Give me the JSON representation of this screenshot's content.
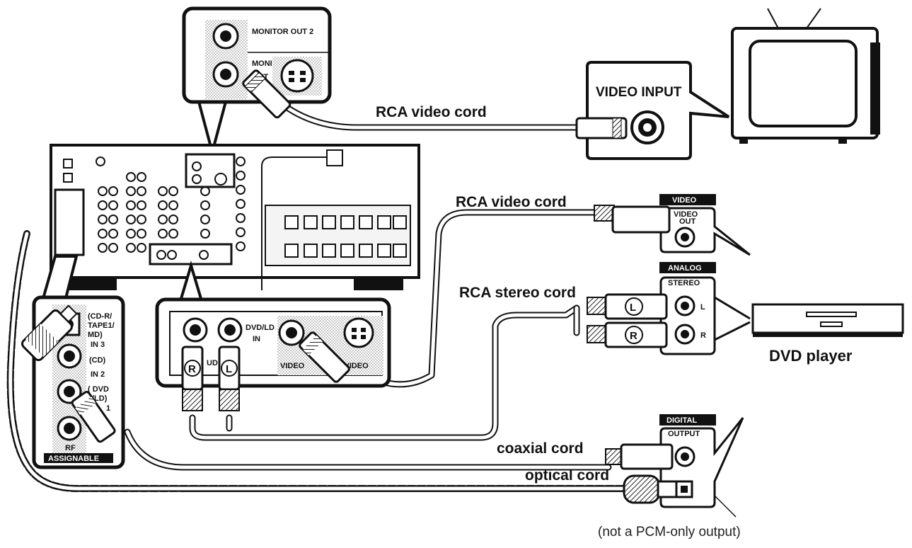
{
  "monitor_panel": {
    "out2_label": "MONITOR OUT 2",
    "out1_label": "MONITOR OUT 1",
    "out_label": "OUT"
  },
  "tv": {
    "input_label": "VIDEO INPUT"
  },
  "cords": {
    "rca_video_top": "RCA video cord",
    "rca_video_mid": "RCA video cord",
    "rca_stereo": "RCA stereo cord",
    "coaxial": "coaxial cord",
    "optical": "optical cord"
  },
  "dvd_panel": {
    "video_tag": "VIDEO",
    "video_out": "VIDEO",
    "video_out2": "OUT",
    "analog_tag": "ANALOG",
    "stereo_label": "STEREO",
    "left": "L",
    "right": "R",
    "digital_tag": "DIGITAL",
    "output_label": "OUTPUT"
  },
  "dvd_player": {
    "label": "DVD player"
  },
  "assignable_panel": {
    "in3_line1": "(CD-R/",
    "in3_line2": "TAPE1/",
    "in3_line3": "MD)",
    "in3": "IN 3",
    "cd": "(CD)",
    "in2": "IN 2",
    "dvd_line1": "( DVD",
    "dvd_line2": "/LD)",
    "in1": "1",
    "in": "IN",
    "rf": "RF",
    "assignable": "ASSIGNABLE"
  },
  "dvdld_panel": {
    "dvd_ld": "DVD/LD",
    "in": "IN",
    "audio": "UDI",
    "video": "VIDEO",
    "video_in": "IN",
    "s_video": "S VIDEO",
    "r_plug": "R",
    "l_plug": "L"
  },
  "footnote": "(not a PCM-only output)",
  "colors": {
    "line": "#111111",
    "panel_fill": "#ffffff",
    "shade": "#d9d9d9"
  }
}
